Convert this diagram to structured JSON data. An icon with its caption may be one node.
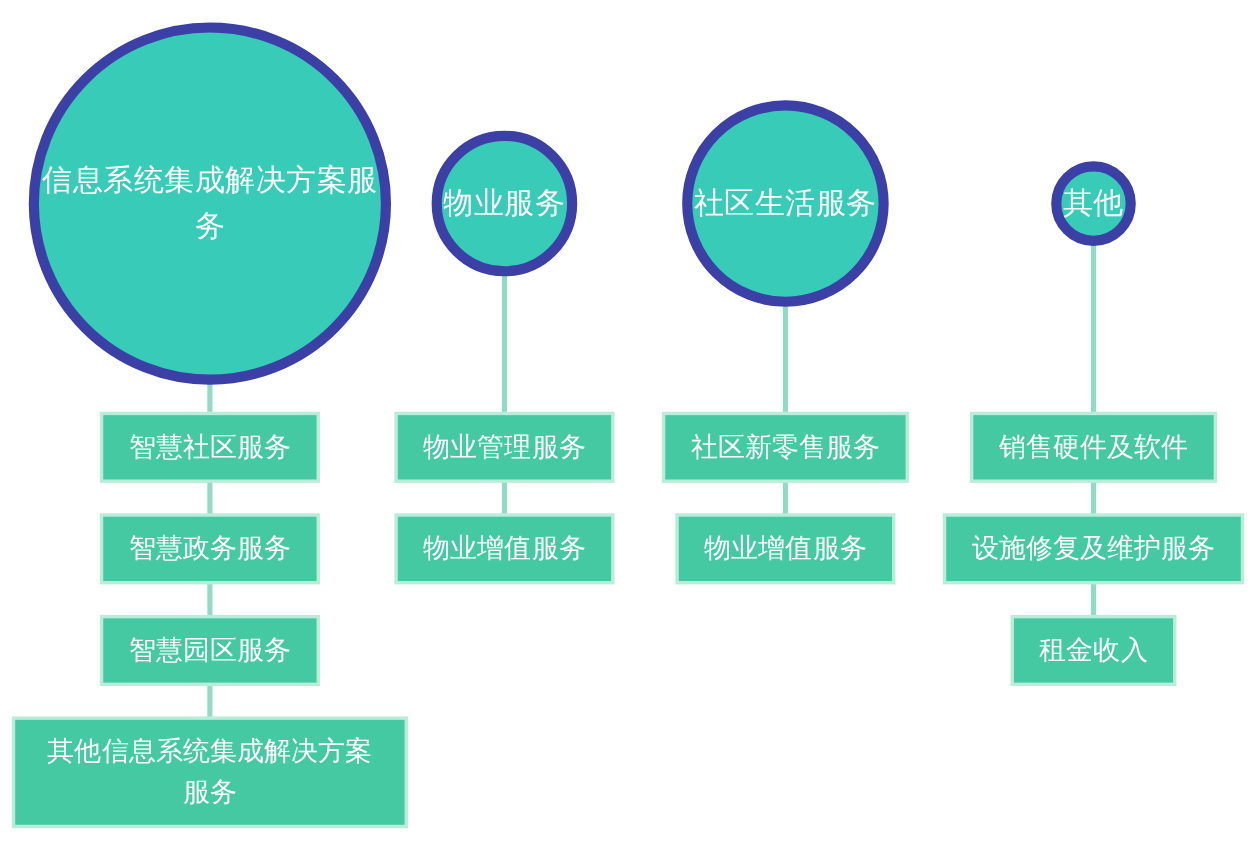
{
  "diagram": {
    "nodes": [
      {
        "text": [
          "信息系统集成解决方案服务"
        ]
      },
      {
        "text": [
          "智慧社区服务"
        ]
      },
      {
        "text": [
          "智慧政务服务"
        ]
      },
      {
        "text": [
          "智慧园区服务"
        ]
      },
      {
        "text": [
          "其他信息系统集成解决方案服务"
        ]
      },
      {
        "text": [
          "物业服务"
        ]
      },
      {
        "text": [
          "物业管理服务"
        ]
      },
      {
        "text": [
          "物业增值服务"
        ]
      },
      {
        "text": [
          "社区生活服务"
        ]
      },
      {
        "text": [
          "社区新零售服务"
        ]
      },
      {
        "text": [
          "物业增值服务"
        ]
      },
      {
        "text": [
          "其他"
        ]
      },
      {
        "text": [
          "销售硬件及软件"
        ]
      },
      {
        "text": [
          "设施修复及维护服务"
        ]
      },
      {
        "text": [
          "租金收入"
        ]
      }
    ],
    "edges": [
      {
        "from": 0,
        "to": 1,
        "arrow": "none"
      },
      {
        "from": 1,
        "to": 2,
        "arrow": "none"
      },
      {
        "from": 2,
        "to": 3,
        "arrow": "none"
      },
      {
        "from": 3,
        "to": 4,
        "arrow": "none"
      },
      {
        "from": 5,
        "to": 6,
        "arrow": "none"
      },
      {
        "from": 6,
        "to": 7,
        "arrow": "none"
      },
      {
        "from": 8,
        "to": 9,
        "arrow": "none"
      },
      {
        "from": 9,
        "to": 10,
        "arrow": "none"
      },
      {
        "from": 11,
        "to": 12,
        "arrow": "none"
      },
      {
        "from": 12,
        "to": 13,
        "arrow": "none"
      },
      {
        "from": 13,
        "to": 14,
        "arrow": "none"
      }
    ]
  }
}
